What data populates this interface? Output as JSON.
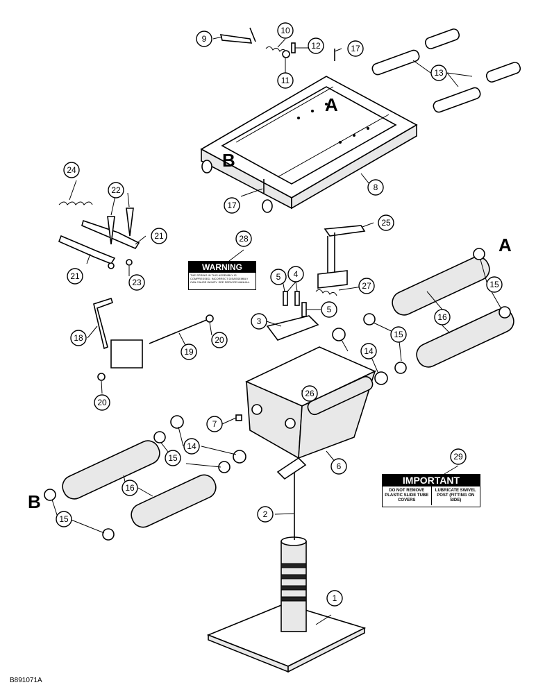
{
  "callouts": [
    "1",
    "2",
    "3",
    "4",
    "5",
    "6",
    "7",
    "8",
    "9",
    "10",
    "11",
    "12",
    "13",
    "14",
    "15",
    "16",
    "17",
    "18",
    "19",
    "20",
    "21",
    "22",
    "23",
    "24",
    "25",
    "26",
    "27",
    "28",
    "29"
  ],
  "ref_letters": {
    "a": "A",
    "b": "B"
  },
  "warning_label": {
    "heading": "WARNING",
    "body": "THE SPRING IN THIS ASSEMBLY IS COMPRESSED. INCORRECT DISASSEMBLY CAN CAUSE INJURY. SEE SERVICE MANUAL."
  },
  "important_label": {
    "heading": "IMPORTANT",
    "left_text": "DO NOT REMOVE PLASTIC SLIDE TUBE COVERS",
    "right_text": "LUBRICATE SWIVEL POST (FITTING ON SIDE)"
  },
  "drawing_id": "B891071A"
}
